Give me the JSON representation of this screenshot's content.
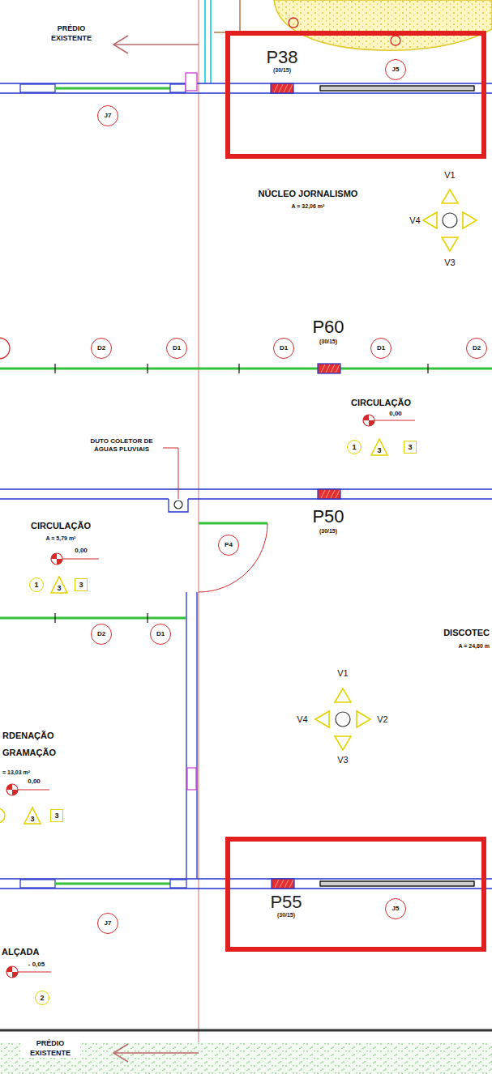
{
  "diagram": {
    "nodes": [
      {
        "text": [
          "P38",
          "(30/15)"
        ]
      },
      {
        "text": [
          "J5"
        ],
        "in": 0
      },
      {
        "text": [
          "J7"
        ]
      },
      {
        "text": [
          "D2"
        ]
      },
      {
        "text": [
          "D1"
        ]
      },
      {
        "text": [
          "D1"
        ]
      },
      {
        "text": [
          "D1"
        ]
      },
      {
        "text": [
          "D2"
        ]
      },
      {
        "text": [
          "1"
        ]
      },
      {
        "text": [
          "3"
        ]
      },
      {
        "text": [
          "3"
        ]
      },
      {
        "text": [
          "P4"
        ]
      },
      {
        "text": [
          "1"
        ]
      },
      {
        "text": [
          "3"
        ]
      },
      {
        "text": [
          "3"
        ]
      },
      {
        "text": [
          "D2"
        ]
      },
      {
        "text": [
          "D1"
        ]
      },
      {
        "text": [
          "3"
        ]
      },
      {
        "text": [
          "3"
        ]
      },
      {
        "text": [
          "P55",
          "(30/15)"
        ]
      },
      {
        "text": [
          "J5"
        ],
        "in": 19
      },
      {
        "text": [
          "J7"
        ]
      },
      {
        "text": [
          "2"
        ]
      }
    ],
    "labels": [
      "PRÉDIO EXISTENTE",
      "NÚCLEO JORNALISMO",
      "A = 32,06 m²",
      "V1",
      "V4",
      "V3",
      "P60",
      "(30/15)",
      "CIRCULAÇÃO",
      "0,00",
      "DUTO COLETOR DE ÁGUAS PLUVIAIS",
      "P50",
      "(30/15)",
      "CIRCULAÇÃO",
      "A = 5,79 m²",
      "0,00",
      "DISCOTEC",
      "A = 24,80 m",
      "V1",
      "V4",
      "V2",
      "V3",
      "RDENAÇÃO GRAMAÇÃO",
      "= 13,03 m²",
      "0,00",
      "ALÇADA",
      "- 0,05",
      "PRÉDIO EXISTENTE"
    ]
  }
}
